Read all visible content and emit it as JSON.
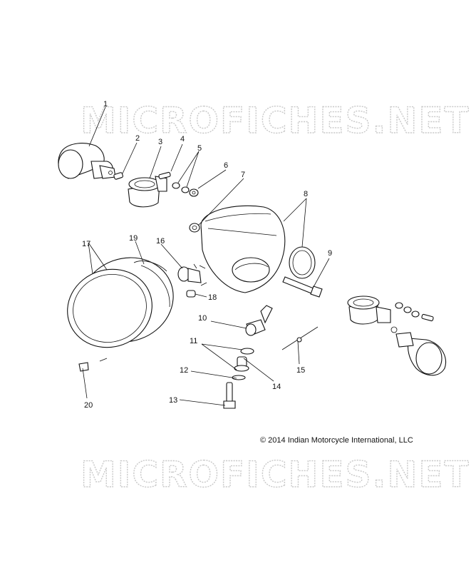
{
  "watermark_text": "MICROFICHES.NET",
  "copyright": "© 2014 Indian Motorcycle International, LLC",
  "callouts": [
    "1",
    "2",
    "3",
    "4",
    "5",
    "6",
    "7",
    "8",
    "9",
    "10",
    "11",
    "12",
    "13",
    "14",
    "15",
    "16",
    "17",
    "18",
    "19",
    "20"
  ]
}
